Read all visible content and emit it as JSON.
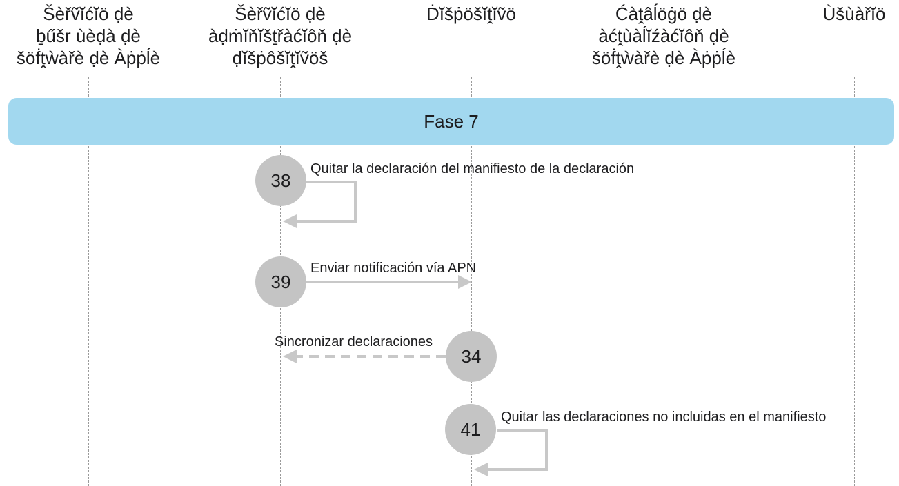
{
  "lanes": [
    {
      "id": "apple-business",
      "label": "Šèřṽĭćĭö ḍè\nḇűšr ùèḍà ḍè\nšöḟṱẁàřè ḍè Àṗṗĺè"
    },
    {
      "id": "device-management",
      "label": "Šèřṽĭćĭö ḍè\nàḍṁĭňĭšṯřàćĭôň ḍè\nḍĭšṗôšĭṱĭṽöš"
    },
    {
      "id": "device",
      "label": "Ḋĭšṗöšĭṱĭṽö"
    },
    {
      "id": "software-update-catalog",
      "label": "Ćàṱâĺöġö ḍè\nàćṱùàĺĭźàćĭôň ḍè\nšöḟṱẁàřè ḍè Àṗṗĺè"
    },
    {
      "id": "user",
      "label": "Ùšùàřĭö"
    }
  ],
  "phase": {
    "label": "Fase 7"
  },
  "steps": [
    {
      "number": "38",
      "label": "Quitar la declaración del manifiesto de la declaración",
      "from": "device-management",
      "to": "device-management",
      "kind": "self"
    },
    {
      "number": "39",
      "label": "Enviar notificación vía APN",
      "from": "device-management",
      "to": "device",
      "kind": "solid"
    },
    {
      "number": "34",
      "label": "Sincronizar declaraciones",
      "from": "device",
      "to": "device-management",
      "kind": "dashed"
    },
    {
      "number": "41",
      "label": "Quitar las declaraciones no incluidas en el manifiesto",
      "from": "device",
      "to": "device",
      "kind": "self"
    }
  ],
  "colors": {
    "phase": "#a2d8ef",
    "step_circle": "#c4c4c4",
    "arrow": "#c8c8c8",
    "lifeline": "#9a9a9a",
    "text": "#1d1d1f"
  }
}
